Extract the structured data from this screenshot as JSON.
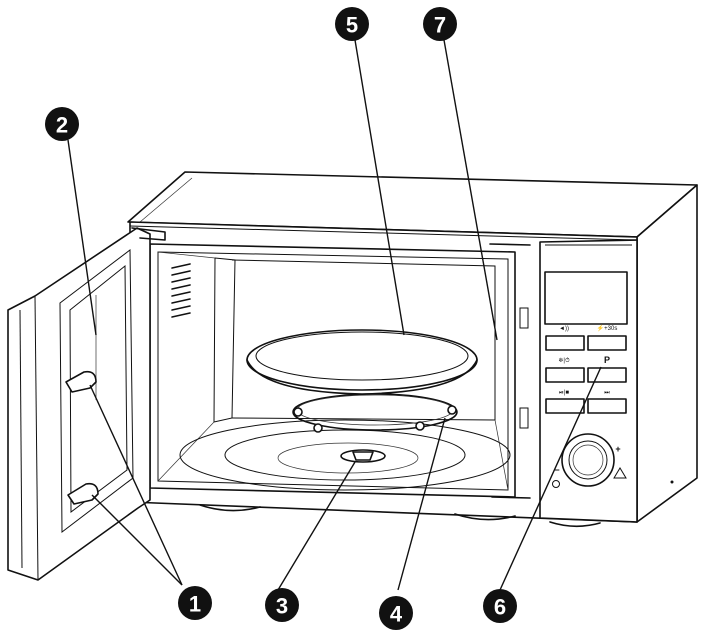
{
  "callouts": [
    {
      "id": "1",
      "label": "1"
    },
    {
      "id": "2",
      "label": "2"
    },
    {
      "id": "3",
      "label": "3"
    },
    {
      "id": "4",
      "label": "4"
    },
    {
      "id": "5",
      "label": "5"
    },
    {
      "id": "6",
      "label": "6"
    },
    {
      "id": "7",
      "label": "7"
    }
  ],
  "control_panel": {
    "button_labels": [
      "◄))",
      "⚡+30s",
      "❄|⏱",
      "P",
      "⏯|■",
      "⏭"
    ],
    "knob_minus": "−",
    "knob_plus": "+"
  },
  "colors": {
    "line": "#111111",
    "background": "#ffffff",
    "badge": "#111111",
    "badge_text": "#ffffff"
  }
}
